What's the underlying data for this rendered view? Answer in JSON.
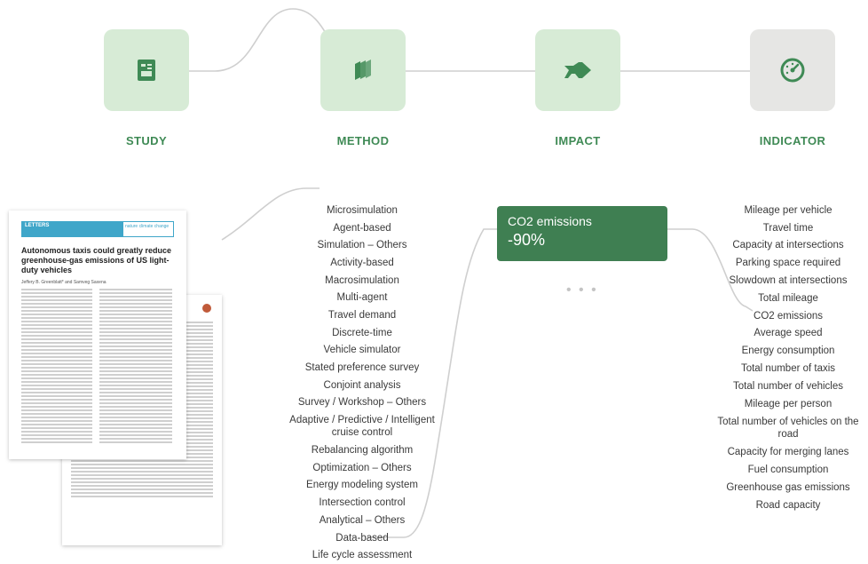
{
  "stages": [
    {
      "label": "STUDY",
      "icon": "study-icon"
    },
    {
      "label": "METHOD",
      "icon": "method-icon"
    },
    {
      "label": "IMPACT",
      "icon": "impact-icon"
    },
    {
      "label": "INDICATOR",
      "icon": "indicator-icon"
    }
  ],
  "methods": [
    "Microsimulation",
    "Agent-based",
    "Simulation – Others",
    "Activity-based",
    "Macrosimulation",
    "Multi-agent",
    "Travel demand",
    "Discrete-time",
    "Vehicle simulator",
    "Stated preference survey",
    "Conjoint analysis",
    "Survey / Workshop – Others",
    "Adaptive / Predictive / Intelligent cruise control",
    "Rebalancing algorithm",
    "Optimization – Others",
    "Energy modeling system",
    "Intersection control",
    "Analytical – Others",
    "Data-based",
    "Life cycle assessment"
  ],
  "impact": {
    "title": "CO2 emissions",
    "value": "-90%"
  },
  "ellipsis": "• • •",
  "indicators": [
    "Mileage per vehicle",
    "Travel time",
    "Capacity at intersections",
    "Parking space required",
    "Slowdown at intersections",
    "Total mileage",
    "CO2 emissions",
    "Average speed",
    "Energy consumption",
    "Total number of taxis",
    "Total number of vehicles",
    "Mileage per person",
    "Total number of vehicles on the road",
    "Capacity for merging lanes",
    "Fuel consumption",
    "Greenhouse gas emissions",
    "Road capacity"
  ],
  "paper": {
    "header_left": "LETTERS",
    "journal": "nature climate change",
    "title": "Autonomous taxis could greatly reduce greenhouse-gas emissions of US light-duty vehicles",
    "authors": "Jeffery B. Greenblatt* and Samveg Saxena"
  },
  "colors": {
    "accent_green": "#3f8a55",
    "card_green": "#3f7f52",
    "stage_bg": "#d7ebd6",
    "indicator_bg": "#e6e6e4"
  }
}
